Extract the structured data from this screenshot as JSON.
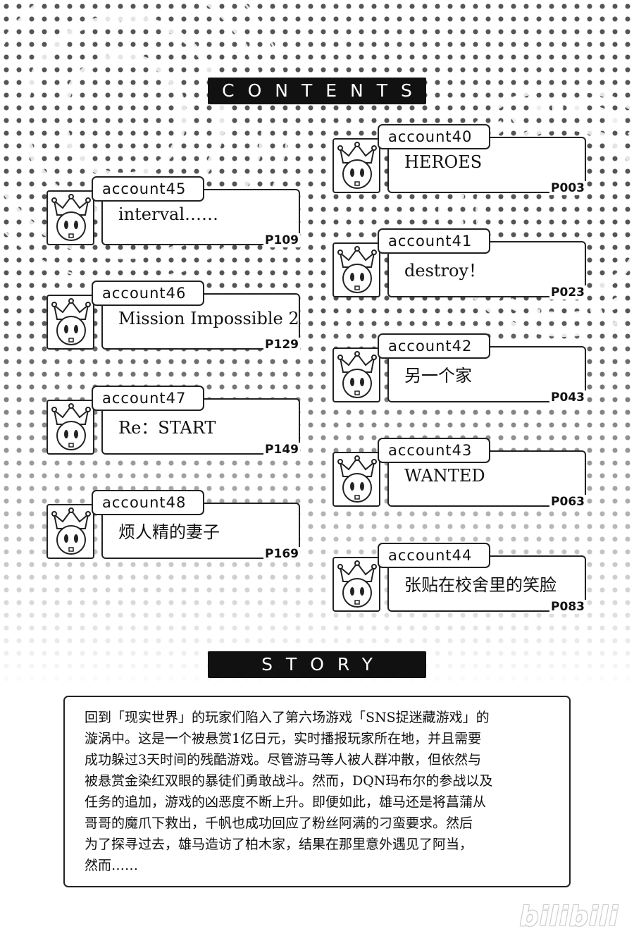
{
  "contents_header": "CONTENTS",
  "story_header": "STORY",
  "left_column": [
    {
      "account": "account45",
      "title": "interval……",
      "page": "P109"
    },
    {
      "account": "account46",
      "title": "Mission Impossible 2",
      "page": "P129"
    },
    {
      "account": "account47",
      "title": "Re：START",
      "page": "P149"
    },
    {
      "account": "account48",
      "title": "烦人精的妻子",
      "page": "P169"
    }
  ],
  "right_column": [
    {
      "account": "account40",
      "title": "HEROES",
      "page": "P003"
    },
    {
      "account": "account41",
      "title": "destroy！",
      "page": "P023"
    },
    {
      "account": "account42",
      "title": "另一个家",
      "page": "P043"
    },
    {
      "account": "account43",
      "title": "WANTED",
      "page": "P063"
    },
    {
      "account": "account44",
      "title": "张贴在校舍里的笑脸",
      "page": "P083"
    }
  ],
  "story_lines": [
    "回到「现实世界」的玩家们陷入了第六场游戏「SNS捉迷藏游戏」的",
    "漩涡中。这是一个被悬赏1亿日元，实时播报玩家所在地，并且需要",
    "成功躲过3天时间的残酷游戏。尽管游马等人被人群冲散，但依然与",
    "被悬赏金染红双眼的暴徒们勇敢战斗。然而，DQN玛布尔的参战以及",
    "任务的追加，游戏的凶恶度不断上升。即便如此，雄马还是将菖蒲从",
    "哥哥的魔爪下救出，千帆也成功回应了粉丝阿满的刁蛮要求。然后",
    "为了探寻过去，雄马造访了柏木家，结果在那里意外遇见了阿当，",
    "然而……"
  ],
  "icons": {
    "avatar": "crown-mascot-icon"
  },
  "watermark": "bilibili"
}
